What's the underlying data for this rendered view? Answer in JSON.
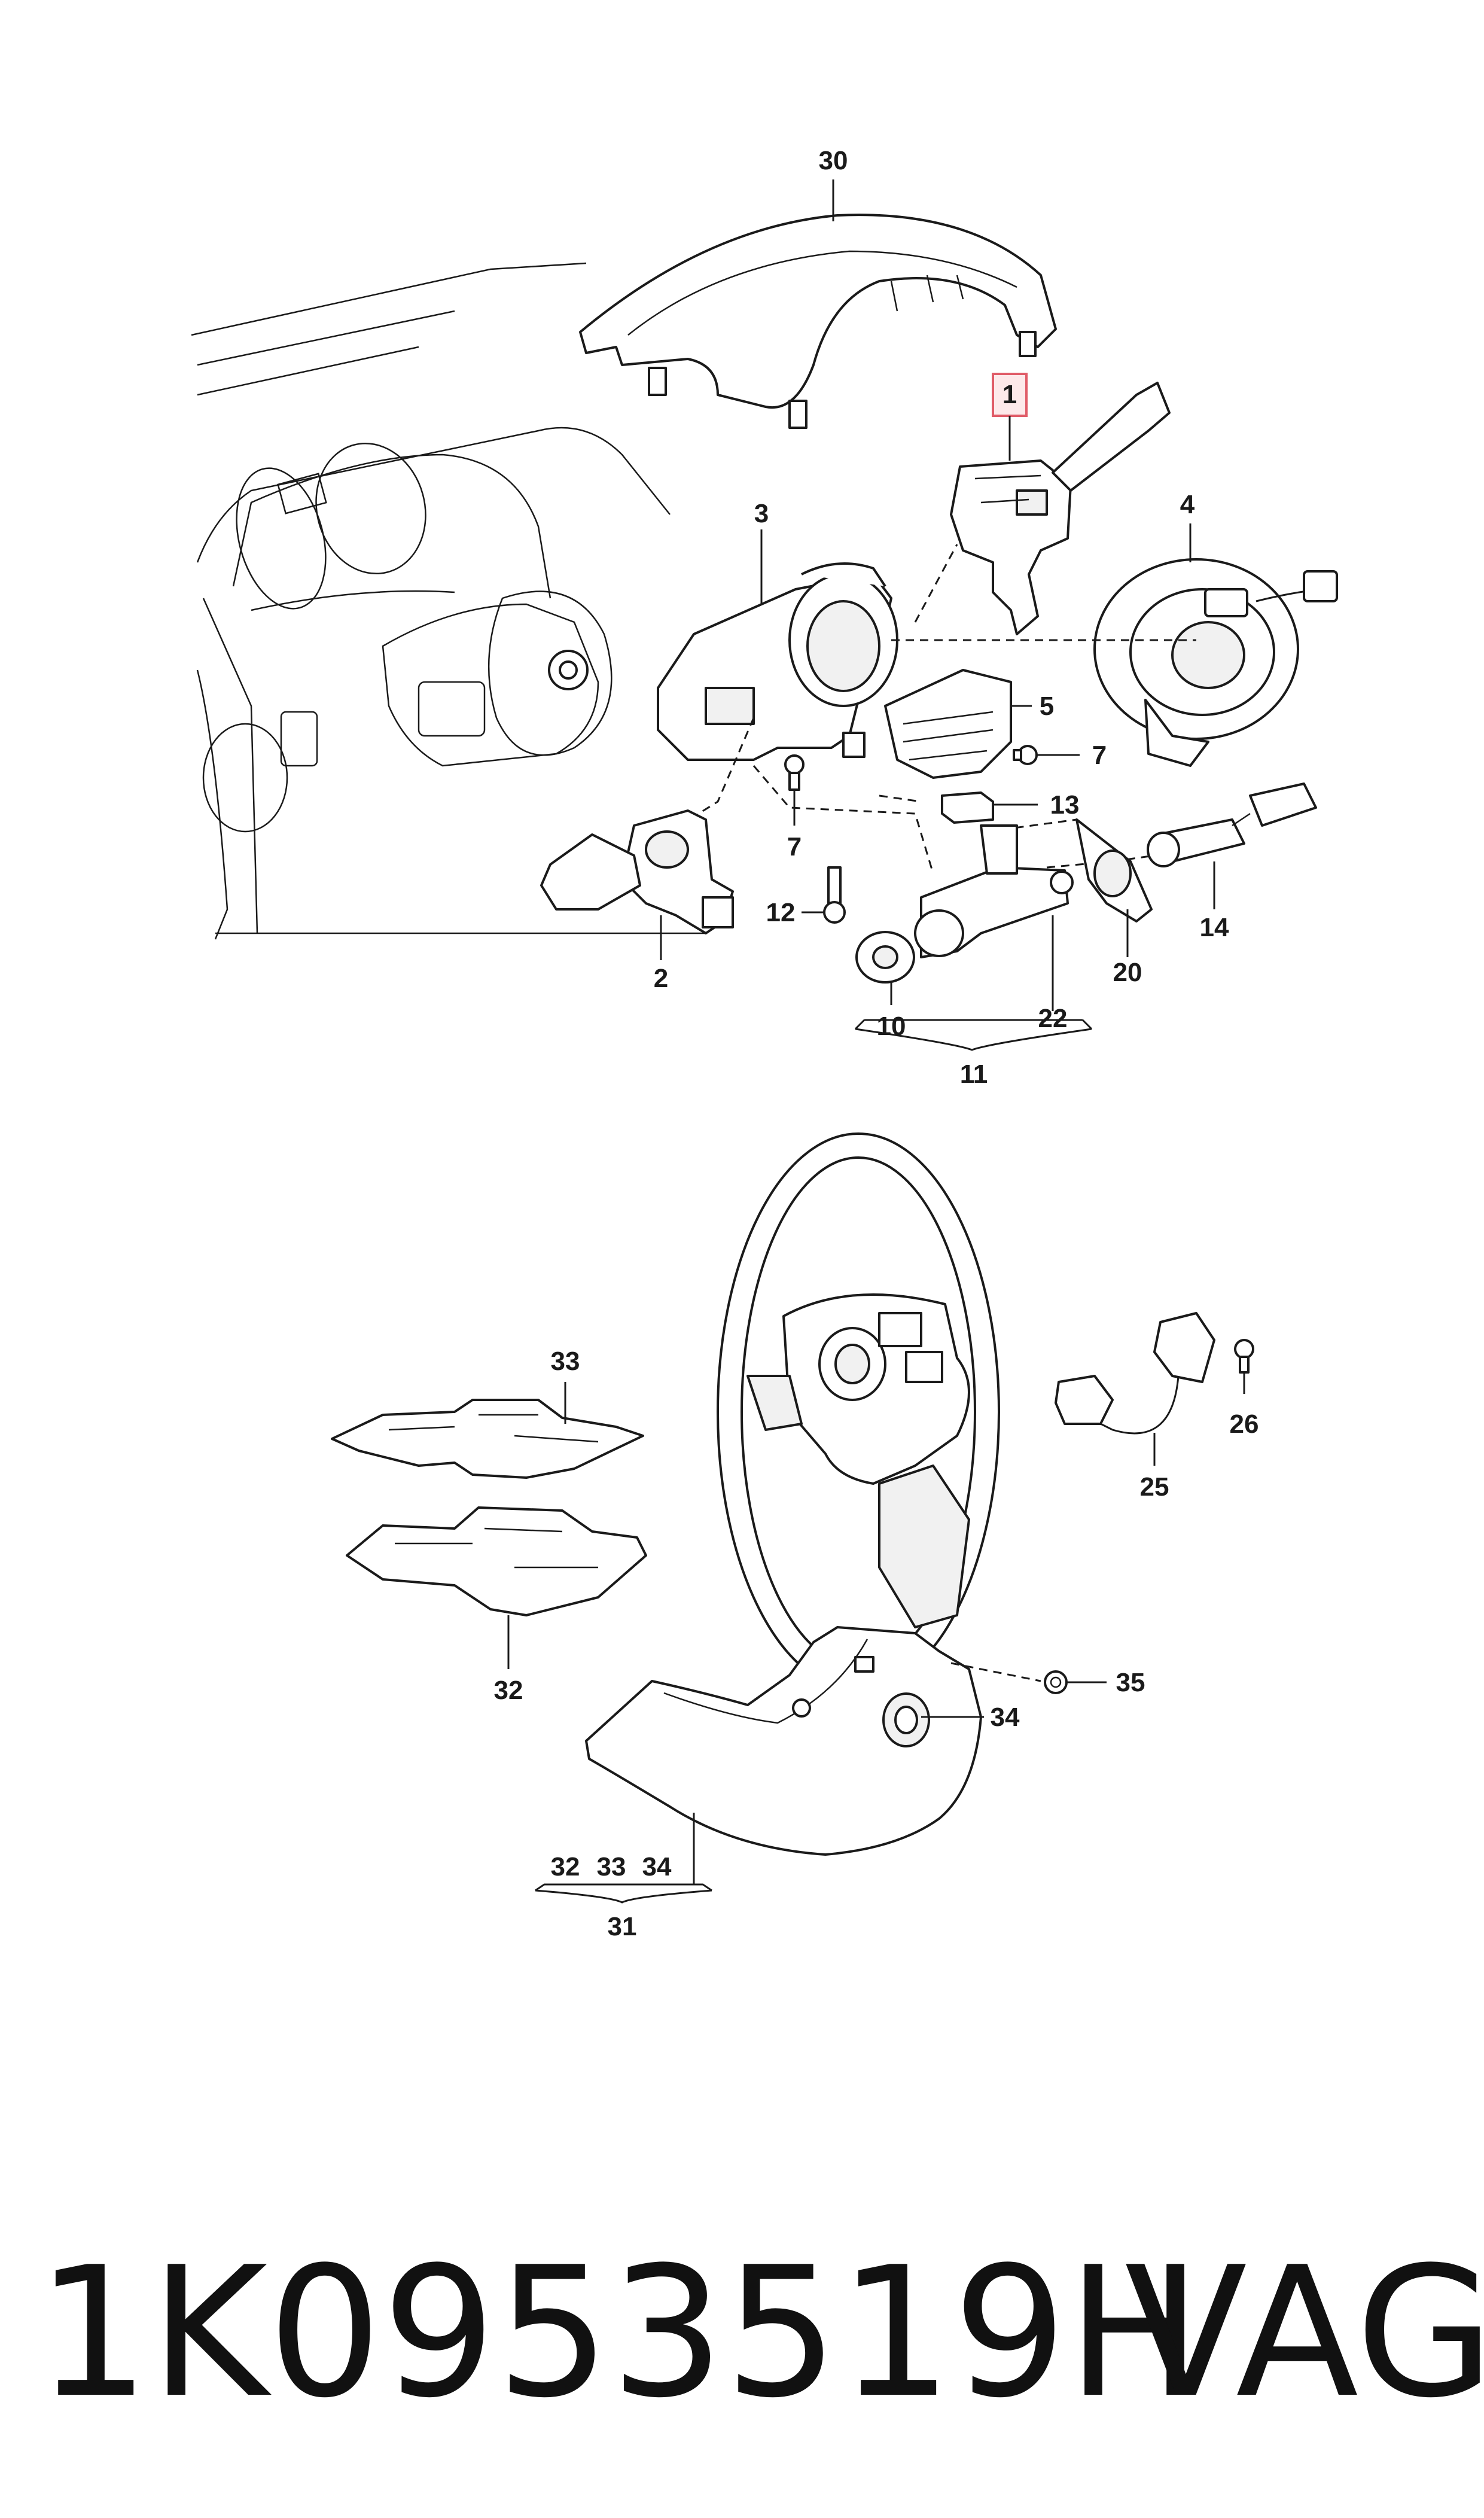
{
  "diagram": {
    "callouts": {
      "c1": "1",
      "c2": "2",
      "c3": "3",
      "c4": "4",
      "c5": "5",
      "c7a": "7",
      "c7b": "7",
      "c10": "10",
      "c11": "11",
      "c12": "12",
      "c13": "13",
      "c14": "14",
      "c20": "20",
      "c22": "22",
      "c25": "25",
      "c26": "26",
      "c30": "30",
      "c31": "31",
      "c32a": "32",
      "c32b": "32",
      "c33a": "33",
      "c33b": "33",
      "c34a": "34",
      "c34b": "34",
      "c35": "35"
    },
    "highlighted_callout": "1",
    "highlight_color": "#e05c68"
  },
  "footer": {
    "part_number": "1K0953519H",
    "brand": "VAG"
  }
}
